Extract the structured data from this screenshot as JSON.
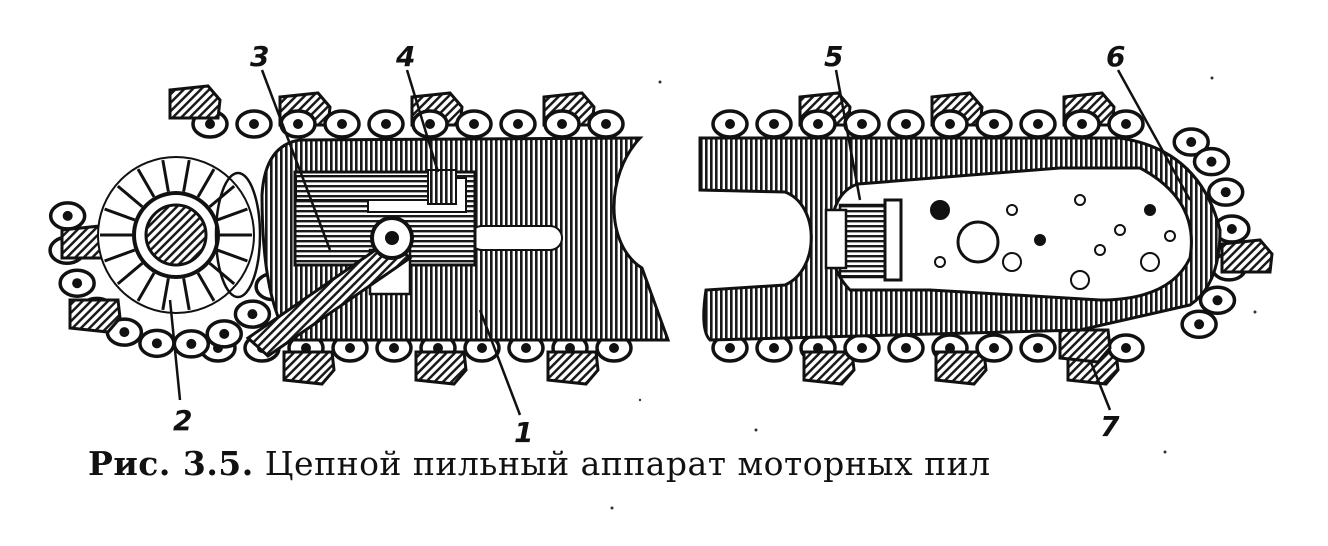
{
  "figure": {
    "callouts": [
      "1",
      "2",
      "3",
      "4",
      "5",
      "6",
      "7"
    ],
    "caption": {
      "label": "Рис. 3.5.",
      "text": "Цепной пильный аппарат моторных пил"
    }
  },
  "colors": {
    "ink": "#111111",
    "paper": "#ffffff"
  }
}
